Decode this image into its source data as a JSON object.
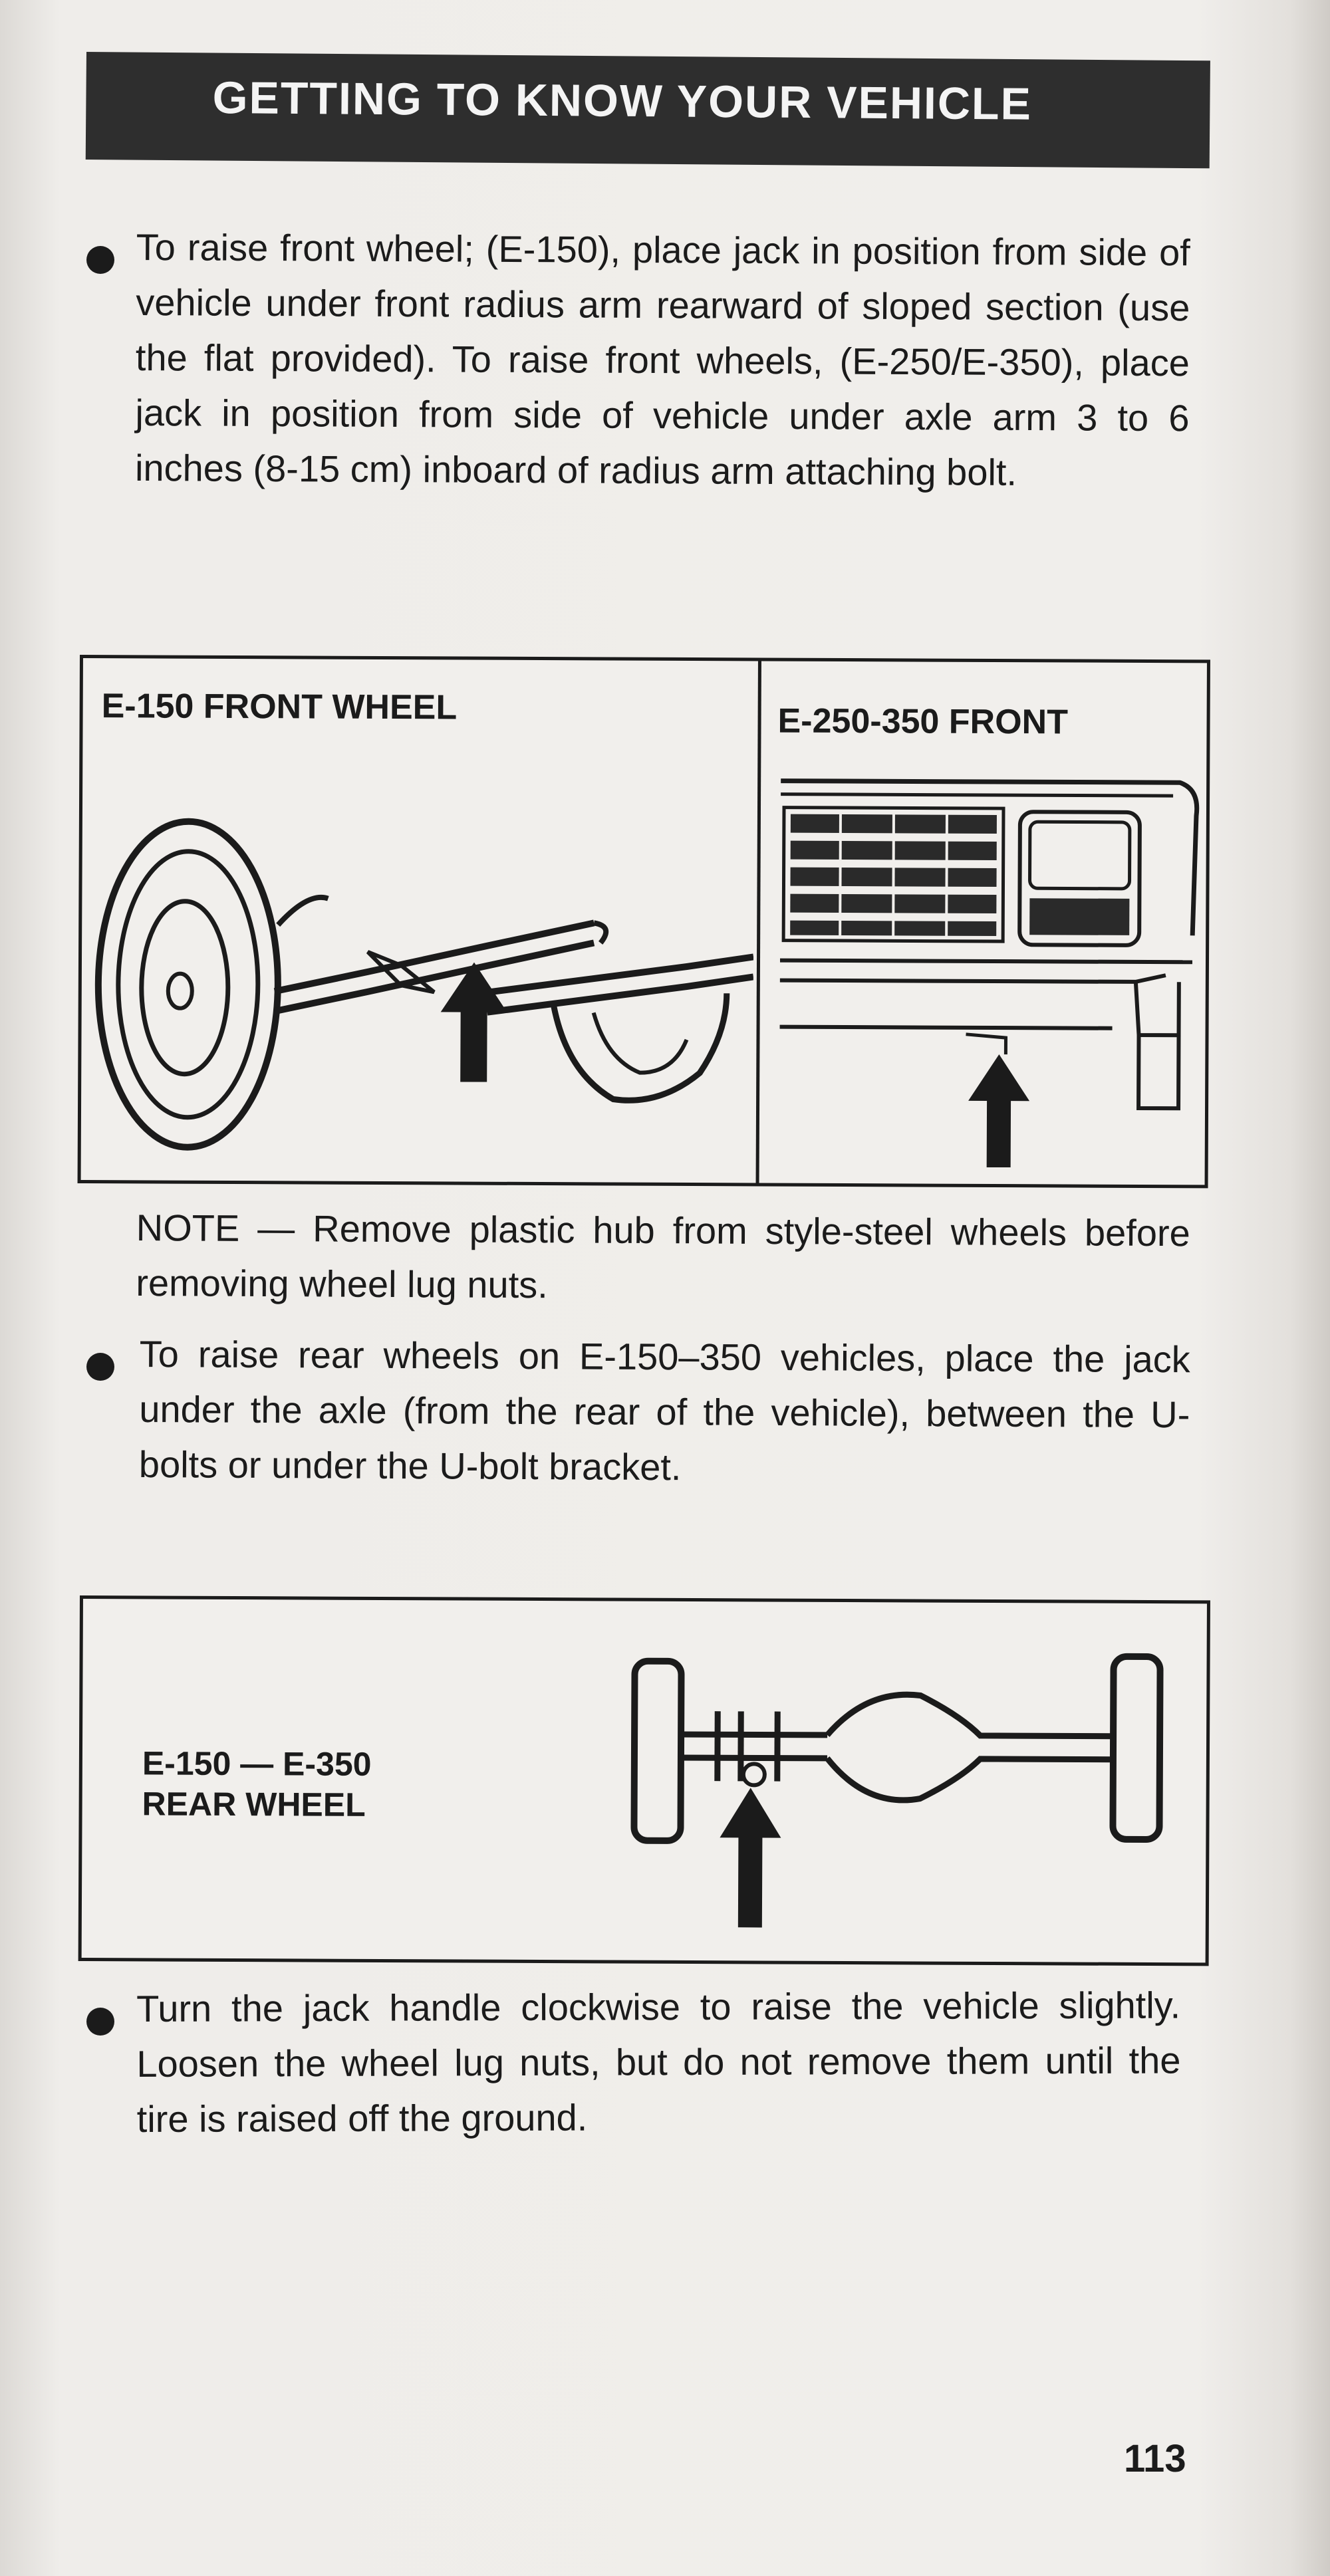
{
  "header": {
    "title": "GETTING TO KNOW YOUR VEHICLE"
  },
  "sections": {
    "front_raise": "To raise front wheel; (E-150), place jack in position from side of vehicle under front radius arm rearward of sloped section (use the flat provided). To raise front wheels, (E-250/E-350), place jack in position from side of vehicle under axle arm 3 to 6 inches (8-15 cm) inboard of radius arm attaching bolt.",
    "note": "NOTE — Remove plastic hub from style-steel wheels before removing wheel lug nuts.",
    "rear_raise": "To raise rear wheels on E-150–350 vehicles, place the jack under the axle (from the rear of the vehicle), between the U-bolts or under the U-bolt bracket.",
    "turn_handle": "Turn the jack handle clockwise to raise the vehicle slightly. Loosen the wheel lug nuts, but do not remove them until the tire is raised off the ground."
  },
  "figures": {
    "front_wheel": {
      "label": "E-150 FRONT WHEEL"
    },
    "front_250_350": {
      "label": "E-250-350 FRONT"
    },
    "rear_wheel": {
      "label_line1": "E-150 — E-350",
      "label_line2": "REAR WHEEL"
    }
  },
  "page_number": "113"
}
